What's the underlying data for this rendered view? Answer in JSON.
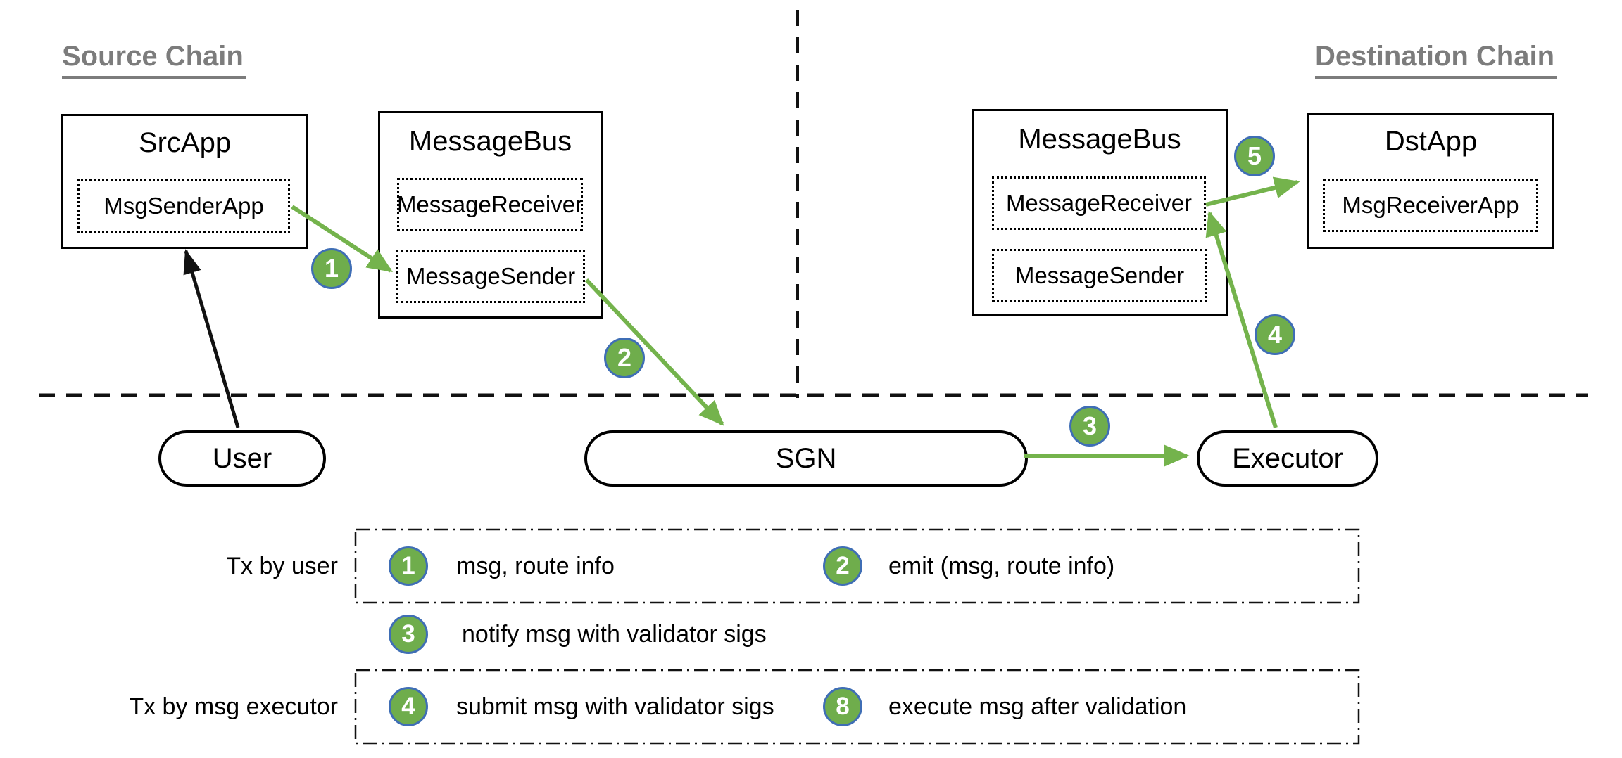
{
  "headings": {
    "source": "Source Chain",
    "destination": "Destination Chain"
  },
  "boxes": {
    "src_app": {
      "title": "SrcApp",
      "inner": "MsgSenderApp"
    },
    "message_bus_left": {
      "title": "MessageBus",
      "receiver": "MessageReceiver",
      "sender": "MessageSender"
    },
    "message_bus_right": {
      "title": "MessageBus",
      "receiver": "MessageReceiver",
      "sender": "MessageSender"
    },
    "dst_app": {
      "title": "DstApp",
      "inner": "MsgReceiverApp"
    }
  },
  "nodes": {
    "user": "User",
    "sgn": "SGN",
    "executor": "Executor"
  },
  "diagram_badges": {
    "step1": "1",
    "step2": "2",
    "step3": "3",
    "step4": "4",
    "step5": "5"
  },
  "legend": {
    "tx_by_user_label": "Tx by user",
    "tx_by_msg_executor_label": "Tx by msg executor",
    "items": [
      {
        "num": "1",
        "text": "msg, route info"
      },
      {
        "num": "2",
        "text": "emit (msg, route info)"
      },
      {
        "num": "3",
        "text": "notify msg with validator sigs"
      },
      {
        "num": "4",
        "text": "submit msg with validator sigs"
      },
      {
        "num": "8",
        "text": "execute msg after validation"
      }
    ]
  },
  "colors": {
    "badge_green": "#6fad4c",
    "badge_border_blue": "#3f6eb5",
    "arrow_green": "#74b34c",
    "heading_gray": "#7c7c7c",
    "line_black": "#111111"
  }
}
